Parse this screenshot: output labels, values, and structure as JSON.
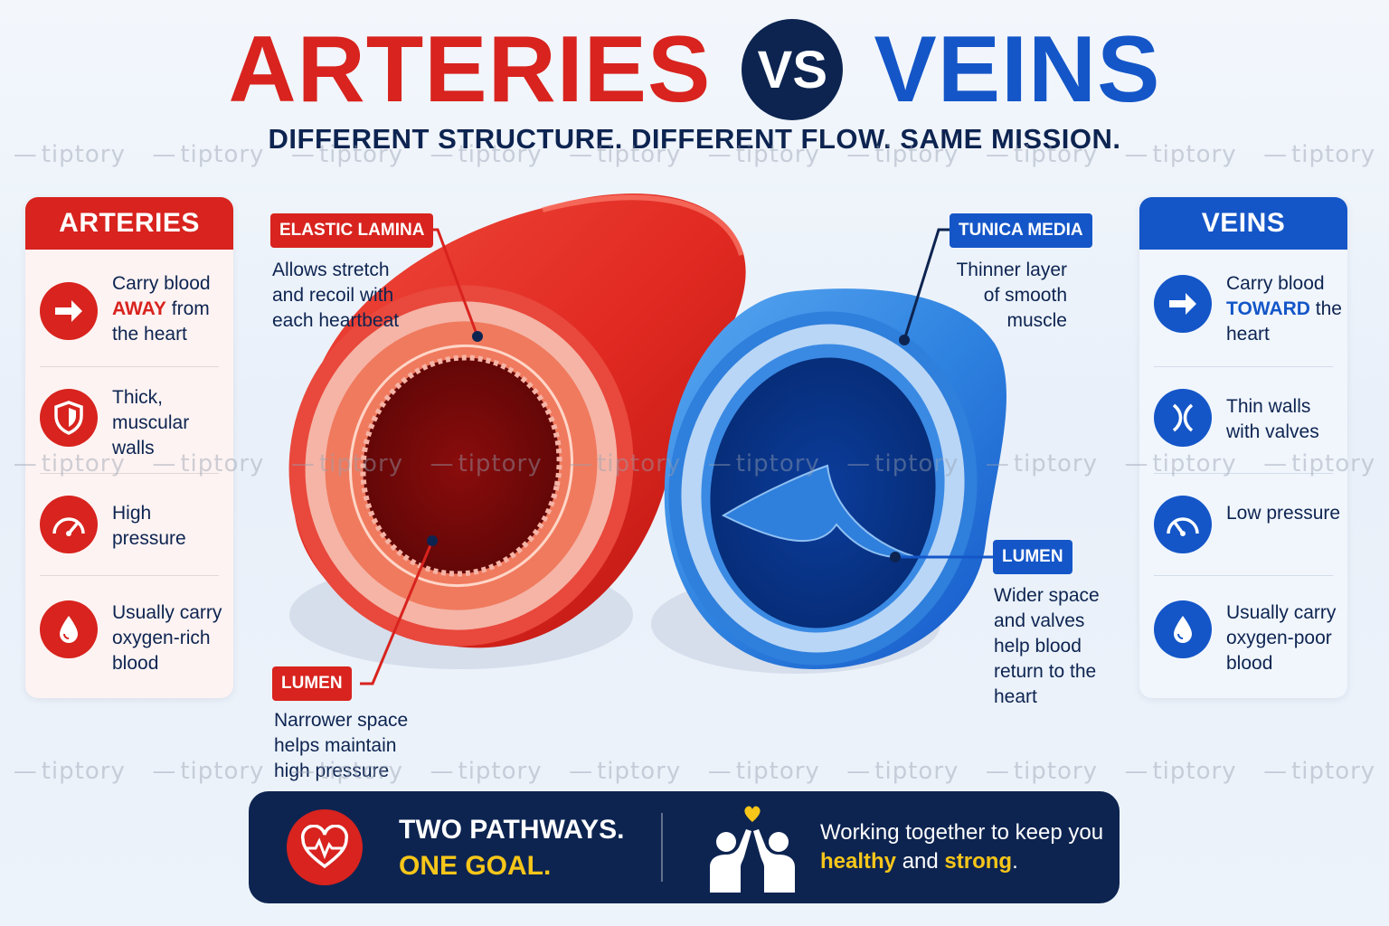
{
  "header": {
    "title_left": "ARTERIES",
    "vs": "VS",
    "title_right": "VEINS",
    "subtitle": "DIFFERENT STRUCTURE. DIFFERENT FLOW. SAME MISSION."
  },
  "watermark": "tiptory",
  "arteries_panel": {
    "heading": "ARTERIES",
    "items": [
      {
        "icon": "arrow-right-icon",
        "pre": "Carry blood ",
        "highlight": "AWAY",
        "post": " from the heart"
      },
      {
        "icon": "shield-icon",
        "pre": "Thick, muscular walls",
        "highlight": "",
        "post": ""
      },
      {
        "icon": "gauge-high-icon",
        "pre": "High pressure",
        "highlight": "",
        "post": ""
      },
      {
        "icon": "drop-icon",
        "pre": "Usually carry oxygen-rich blood",
        "highlight": "",
        "post": ""
      }
    ]
  },
  "veins_panel": {
    "heading": "VEINS",
    "items": [
      {
        "icon": "arrow-right-icon",
        "pre": "Carry blood ",
        "highlight": "TOWARD",
        "post": " the heart"
      },
      {
        "icon": "valve-icon",
        "pre": "Thin walls with valves",
        "highlight": "",
        "post": ""
      },
      {
        "icon": "gauge-low-icon",
        "pre": "Low pressure",
        "highlight": "",
        "post": ""
      },
      {
        "icon": "drop-icon",
        "pre": "Usually carry oxygen-poor blood",
        "highlight": "",
        "post": ""
      }
    ]
  },
  "callouts": {
    "elastic_lamina": {
      "tag": "ELASTIC LAMINA",
      "text": "Allows stretch and recoil with each heartbeat"
    },
    "artery_lumen": {
      "tag": "LUMEN",
      "text": "Narrower space helps maintain high pressure"
    },
    "tunica_media": {
      "tag": "TUNICA MEDIA",
      "text": "Thinner layer of smooth muscle"
    },
    "vein_lumen": {
      "tag": "LUMEN",
      "text": "Wider space and valves help blood return to the heart"
    }
  },
  "banner": {
    "line1": "TWO PATHWAYS.",
    "line2": "ONE GOAL.",
    "msg_pre": "Working together to keep you ",
    "msg_h1": "healthy",
    "msg_mid": " and ",
    "msg_h2": "strong",
    "msg_post": "."
  },
  "colors": {
    "artery_red": "#d8231e",
    "vein_blue": "#1456c8",
    "navy": "#0d2451",
    "accent_yellow": "#f6c619"
  }
}
